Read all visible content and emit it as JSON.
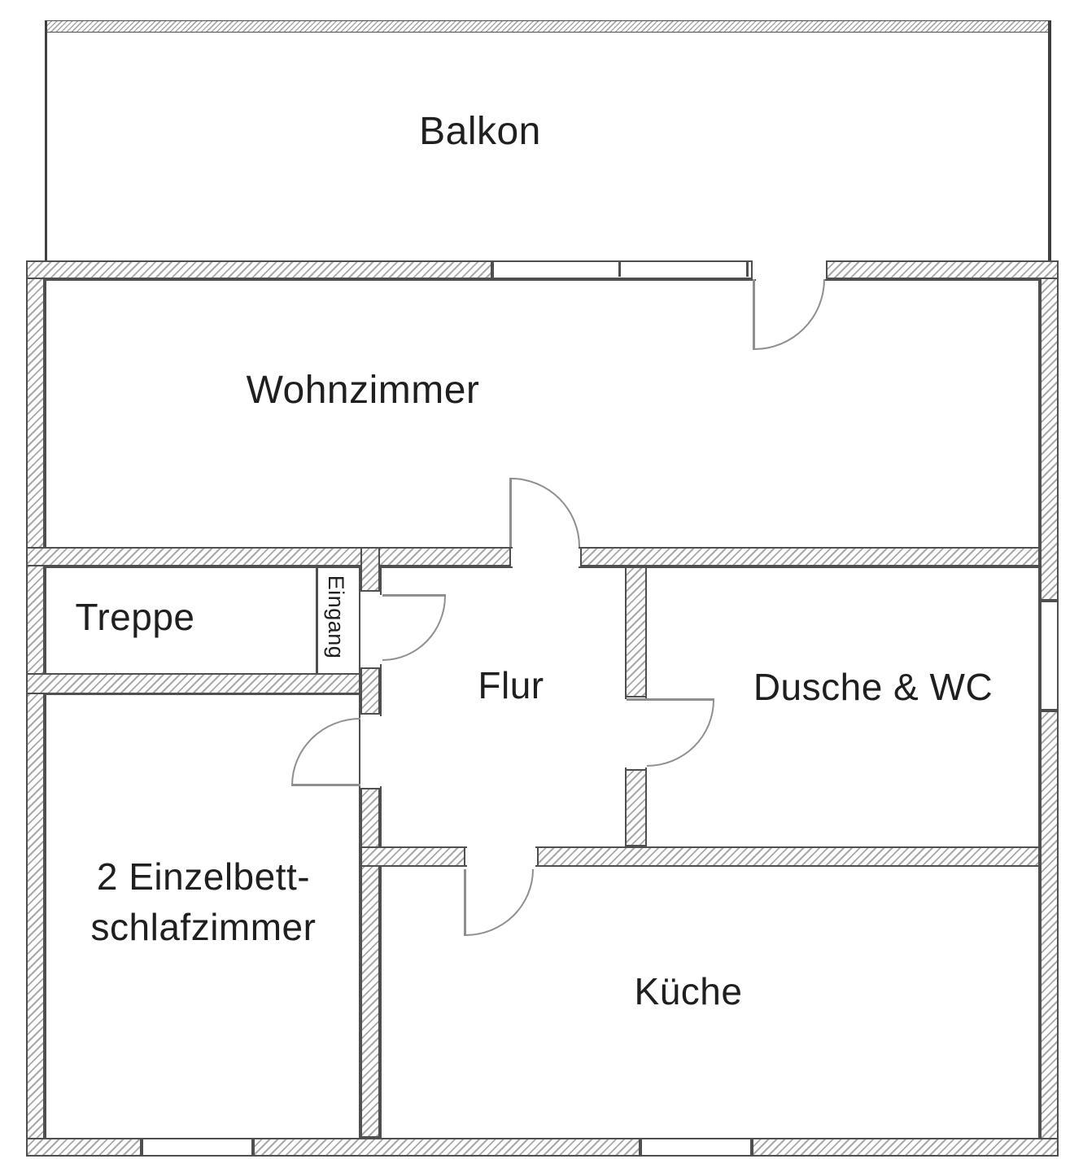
{
  "rooms": {
    "balkon": {
      "label": "Balkon"
    },
    "wohnzimmer": {
      "label": "Wohnzimmer"
    },
    "treppe": {
      "label": "Treppe"
    },
    "eingang": {
      "label": "Eingang"
    },
    "flur": {
      "label": "Flur"
    },
    "dusche_wc": {
      "label": "Dusche & WC"
    },
    "schlafzimmer": {
      "label_line1": "2 Einzelbett-",
      "label_line2": "schlafzimmer"
    },
    "kueche": {
      "label": "Küche"
    }
  },
  "colors": {
    "wall_line": "#4f4f4f",
    "hatch": "#a8a8a8",
    "door_line": "#8f8f8f",
    "rail_line": "#3f3f3f",
    "text": "#1f1f1f",
    "background": "#ffffff"
  }
}
